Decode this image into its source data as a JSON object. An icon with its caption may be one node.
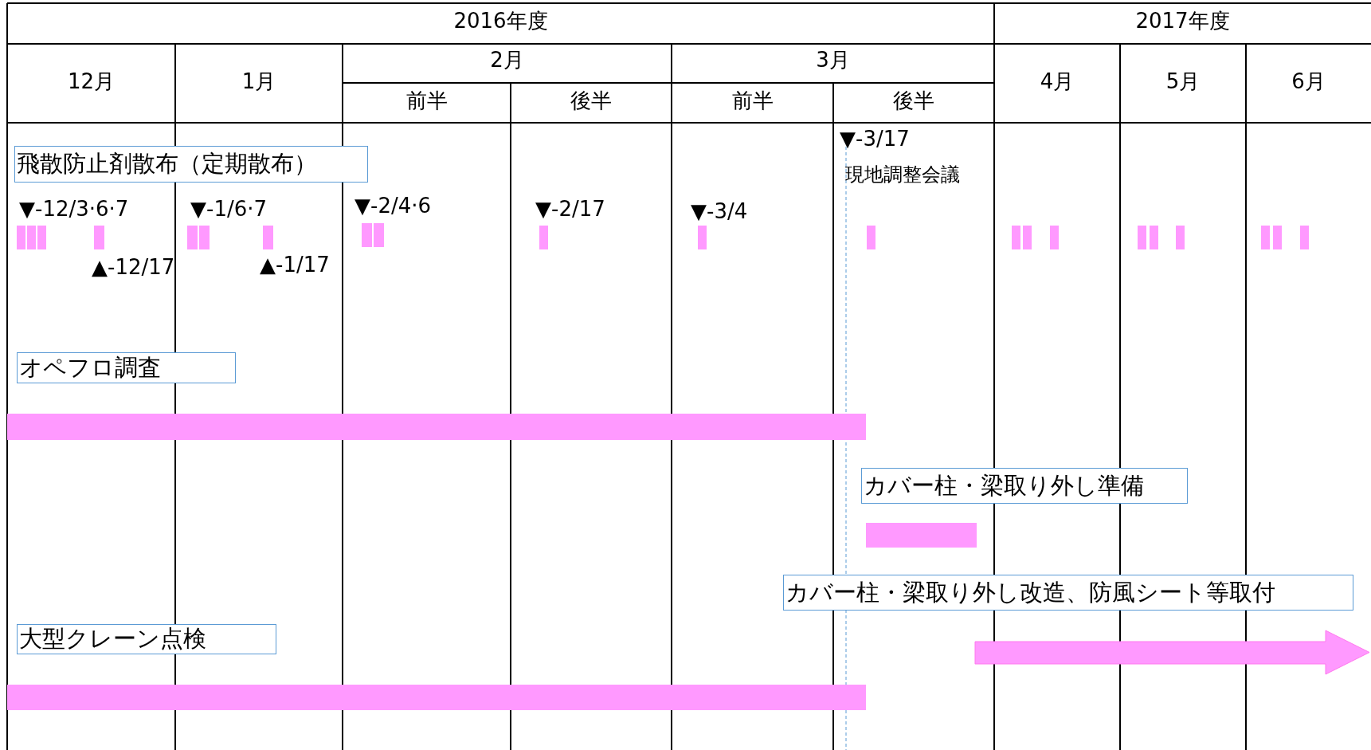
{
  "diagram": {
    "nodes": [
      {
        "text": [
          "飛散防止剤散布（定期散布）"
        ]
      },
      {
        "text": [
          "オペフロ調査"
        ]
      },
      {
        "text": [
          "カバー柱・梁取り外し準備"
        ]
      },
      {
        "text": [
          "カバー柱・梁取り外し改造、防風シート等取付"
        ]
      },
      {
        "text": [
          "大型クレーン点検"
        ]
      },
      {
        "text": [],
        "shape": "bar"
      },
      {
        "text": [],
        "shape": "bar"
      },
      {
        "text": [],
        "shape": "arrow"
      },
      {
        "text": [],
        "shape": "bar"
      }
    ],
    "labels": [
      "2016年度",
      "2017年度",
      "12月",
      "1月",
      "2月",
      "3月",
      "4月",
      "5月",
      "6月",
      "前半",
      "後半",
      "前半",
      "後半",
      "▼-3/17",
      "現地調整会議",
      "▼-12/3·6·7",
      "▼-1/6·7",
      "▼-2/4·6",
      "▼-2/17",
      "▼-3/4",
      "▲-12/17",
      "▲-1/17"
    ]
  }
}
